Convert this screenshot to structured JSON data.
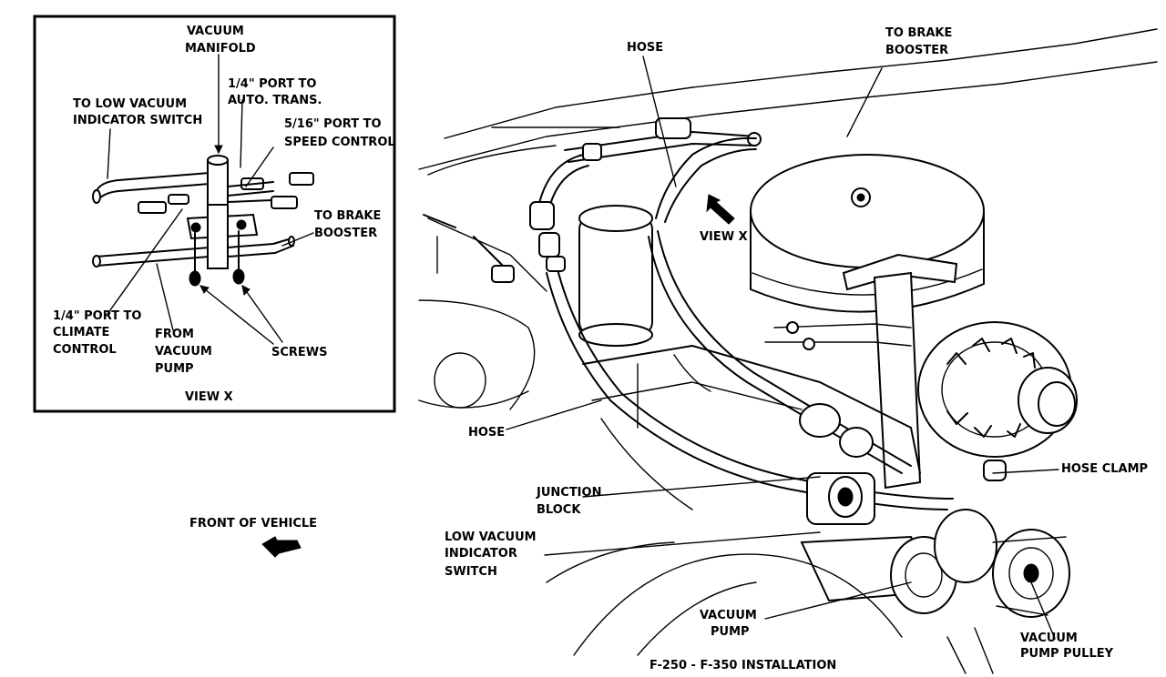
{
  "inset": {
    "vacuum_manifold": [
      "VACUUM",
      "MANIFOLD"
    ],
    "port_auto_trans": [
      "1/4\" PORT TO",
      "AUTO. TRANS."
    ],
    "low_vacuum_switch": [
      "TO LOW VACUUM",
      "INDICATOR SWITCH"
    ],
    "port_speed_control": [
      "5/16\" PORT TO",
      "SPEED CONTROL"
    ],
    "to_brake_booster": [
      "TO BRAKE",
      "BOOSTER"
    ],
    "port_climate_control": [
      "1/4\" PORT TO",
      "CLIMATE",
      "CONTROL"
    ],
    "from_vacuum_pump": [
      "FROM",
      "VACUUM",
      "PUMP"
    ],
    "screws": "SCREWS",
    "caption": "VIEW X"
  },
  "front_of_vehicle": "FRONT OF VEHICLE",
  "main": {
    "hose_top": "HOSE",
    "to_brake_booster": [
      "TO BRAKE",
      "BOOSTER"
    ],
    "view_x": "VIEW X",
    "hose_left": "HOSE",
    "hose_clamp": "HOSE CLAMP",
    "junction_block": [
      "JUNCTION",
      "BLOCK"
    ],
    "low_vacuum_switch": [
      "LOW VACUUM",
      "INDICATOR",
      "SWITCH"
    ],
    "vacuum_pump": [
      "VACUUM",
      "PUMP"
    ],
    "vacuum_pump_pulley": [
      "VACUUM",
      "PUMP PULLEY"
    ],
    "caption": "F-250 - F-350 INSTALLATION"
  }
}
